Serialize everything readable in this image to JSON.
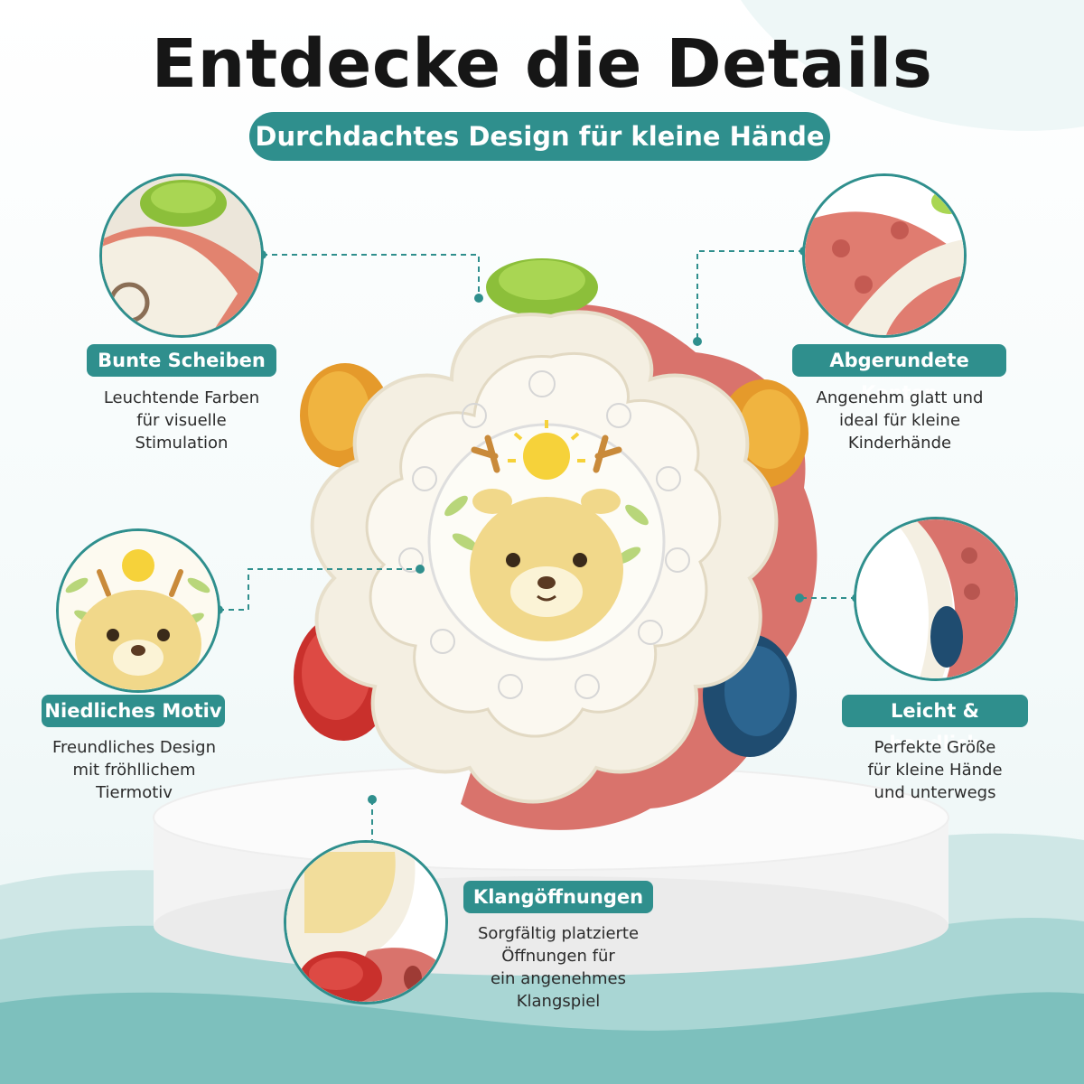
{
  "header": {
    "title": "Entdecke die Details",
    "subtitle": "Durchdachtes Design für kleine Hände"
  },
  "features": [
    {
      "label": "Bunte Scheiben",
      "description": [
        "Leuchtende Farben",
        "für visuelle",
        "Stimulation"
      ]
    },
    {
      "label": "Abgerundete Kanten",
      "description": [
        "Angenehm glatt und",
        "ideal für kleine",
        "Kinderhände"
      ]
    },
    {
      "label": "Niedliches Motiv",
      "description": [
        "Freundliches Design",
        "mit fröhllichem",
        "Tiermotiv"
      ]
    },
    {
      "label": "Leicht & handlich",
      "description": [
        "Perfekte Größe",
        "für kleine Hände",
        "und unterwegs"
      ]
    },
    {
      "label": "Klangöffnungen",
      "description": [
        "Sorgfältig platzierte",
        "Öffnungen für",
        "ein angenehmes",
        "Klangspiel"
      ]
    }
  ],
  "colors": {
    "accent": "#2f8f8d",
    "title": "#161616",
    "ring": "#f4efe2",
    "body_pink": "#d9736c",
    "disc_green": "#8cbf3a",
    "disc_orange": "#e59a2b",
    "disc_red": "#c9302c",
    "disc_blue": "#1f4c70",
    "deer": "#f1d88a"
  }
}
